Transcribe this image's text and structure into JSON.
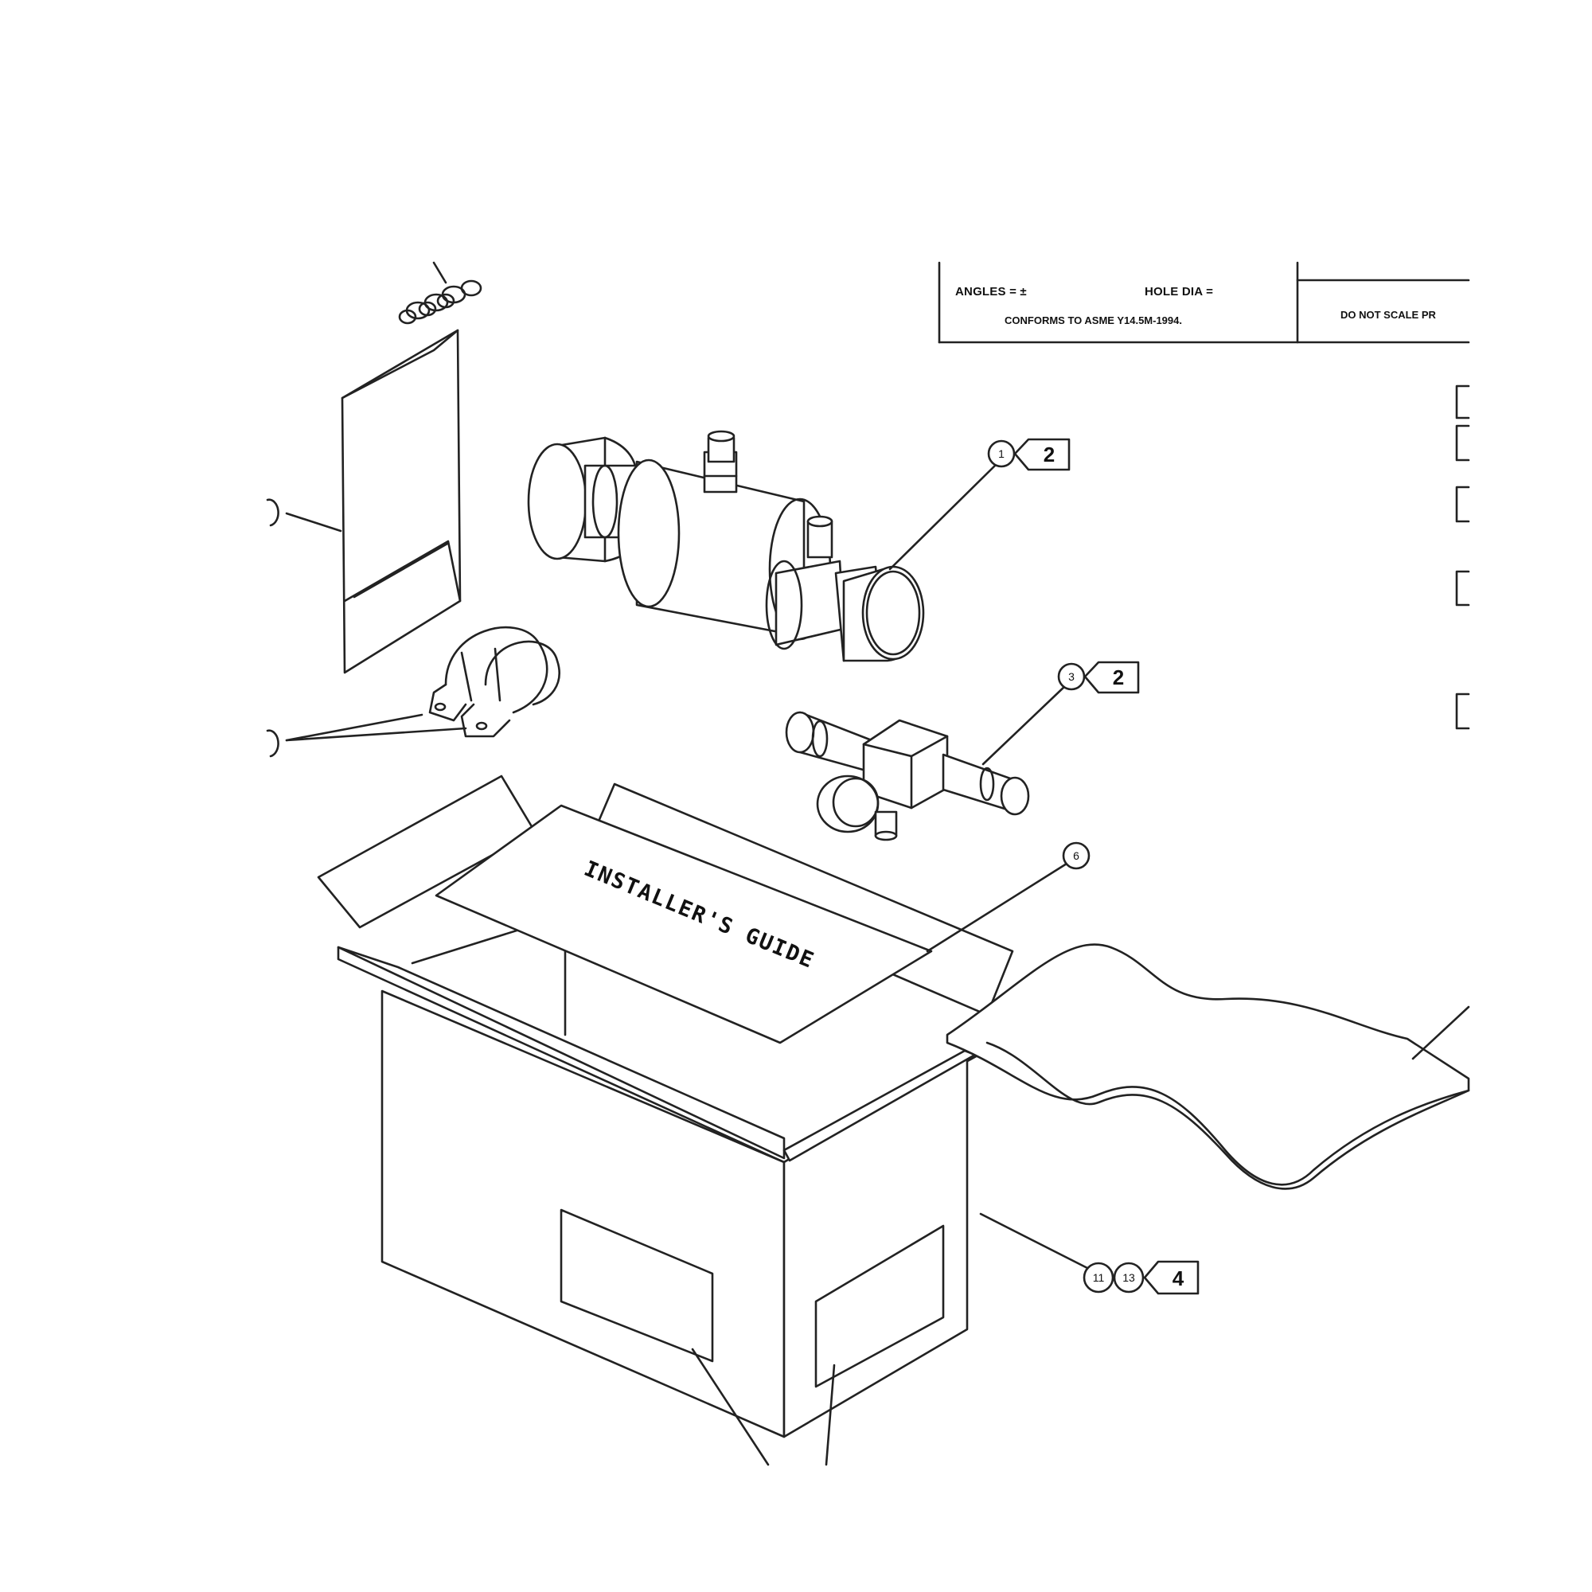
{
  "title_block": {
    "angles_label": "ANGLES = ±",
    "hole_dia_label": "HOLE DIA = ",
    "conforms_text": "CONFORMS TO ASME Y14.5M-1994.",
    "do_not_scale_text": "DO NOT SCALE PR"
  },
  "guide_sheet_text": "INSTALLER'S GUIDE",
  "callouts": {
    "item_1": {
      "balloon": "1",
      "tag": "2"
    },
    "item_3": {
      "balloon": "3",
      "tag": "2"
    },
    "item_6": {
      "balloon": "6"
    },
    "item_box": {
      "balloons": [
        "11",
        "13"
      ],
      "tag": "4"
    }
  }
}
